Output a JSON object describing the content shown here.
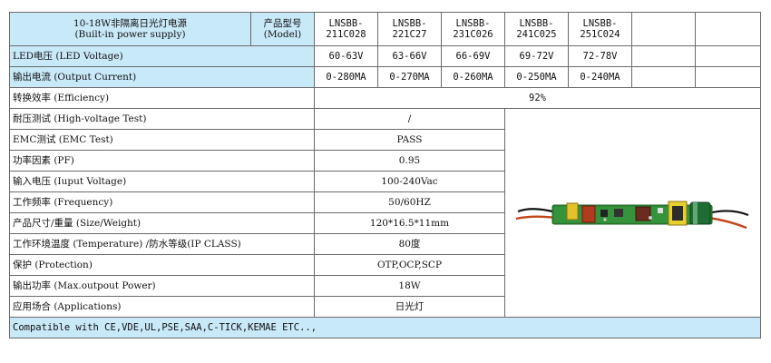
{
  "header": {
    "title_line1": "10-18W非隔离日光灯电源",
    "title_line2": "(Built-in power supply)",
    "model_label_line1": "产品型号",
    "model_label_line2": "(Model)",
    "models": [
      {
        "line1": "LNSBB-",
        "line2": "211C028"
      },
      {
        "line1": "LNSBB-",
        "line2": "221C27"
      },
      {
        "line1": "LNSBB-",
        "line2": "231C026"
      },
      {
        "line1": "LNSBB-",
        "line2": "241C025"
      },
      {
        "line1": "LNSBB-",
        "line2": "251C024"
      }
    ]
  },
  "rows": {
    "led_voltage": {
      "label": "LED电压 (LED Voltage)",
      "values": [
        "60-63V",
        "63-66V",
        "66-69V",
        "69-72V",
        "72-78V"
      ]
    },
    "output_current": {
      "label": "输出电流 (Output Current)",
      "values": [
        "0-280MA",
        "0-270MA",
        "0-260MA",
        "0-250MA",
        "0-240MA"
      ]
    },
    "efficiency": {
      "label": "转换效率 (Efficiency)",
      "value": "92%"
    },
    "high_voltage": {
      "label": "耐压测试 (High-voltage Test)",
      "value": "/"
    },
    "emc": {
      "label": "EMC测试 (EMC Test)",
      "value": "PASS"
    },
    "pf": {
      "label": "功率因素 (PF)",
      "value": "0.95"
    },
    "input_voltage": {
      "label": "输入电压 (Iuput Voltage)",
      "value": "100-240Vac"
    },
    "frequency": {
      "label": "工作频率 (Frequency)",
      "value": "50/60HZ"
    },
    "size_weight": {
      "label": "产品尺寸/重量 (Size/Weight)",
      "value": "120*16.5*11mm"
    },
    "temperature": {
      "label": "工作环境温度 (Temperature) /防水等级(IP CLASS)",
      "value": "80度"
    },
    "protection": {
      "label": "保护 (Protection)",
      "value": "OTP,OCP,SCP"
    },
    "output_power": {
      "label": "输出功率 (Max.outpout Power)",
      "value": "18W"
    },
    "applications": {
      "label": "应用场合 (Applications)",
      "value": "日光灯"
    }
  },
  "footer": {
    "text": "Compatible with CE,VDE,UL,PSE,SAA,C-TICK,KEMAE ETC..,"
  },
  "colors": {
    "blue_fill": "#c8e9f8",
    "border": "#6a6a6a",
    "pcb_green": "#2f8a36"
  },
  "product_image": {
    "icon": "pcb-driver-board-photo"
  }
}
